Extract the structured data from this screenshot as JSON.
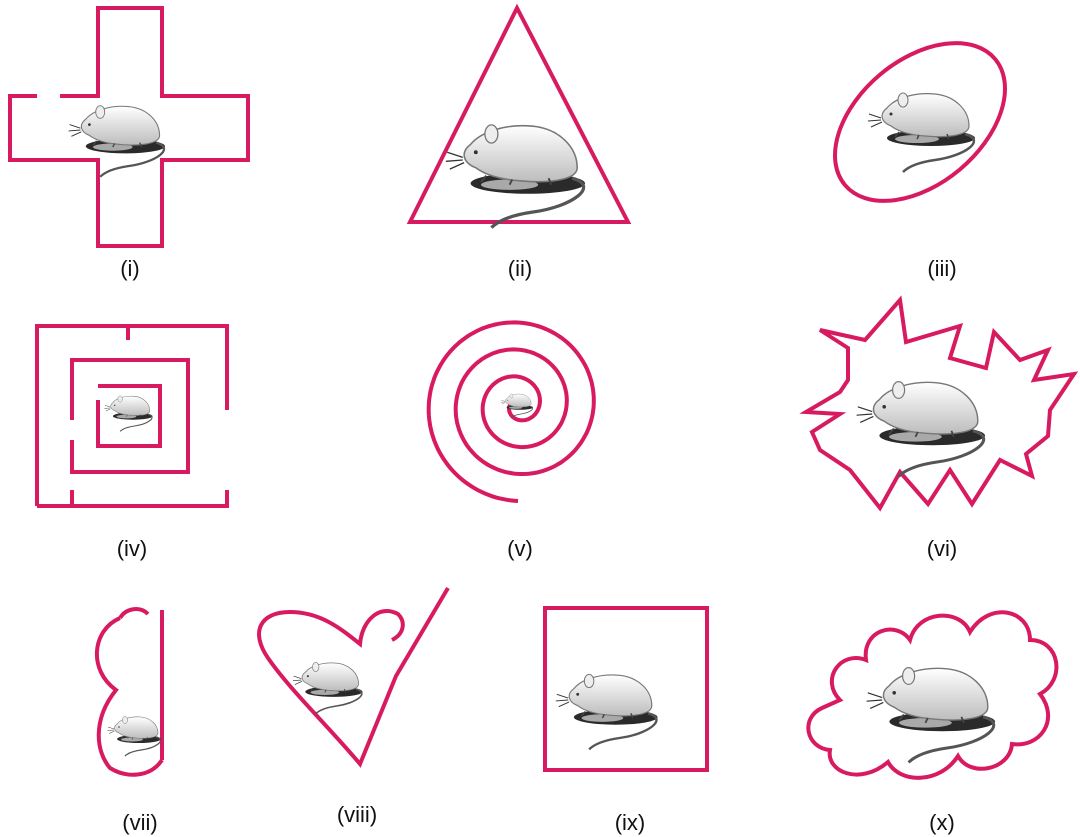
{
  "stroke_color": "#d81b60",
  "panels": [
    {
      "label": "(i)",
      "shape": "cross-with-gap"
    },
    {
      "label": "(ii)",
      "shape": "triangle"
    },
    {
      "label": "(iii)",
      "shape": "ellipse"
    },
    {
      "label": "(iv)",
      "shape": "square-maze"
    },
    {
      "label": "(v)",
      "shape": "spiral"
    },
    {
      "label": "(vi)",
      "shape": "starburst"
    },
    {
      "label": "(vii)",
      "shape": "open-bulb"
    },
    {
      "label": "(viii)",
      "shape": "open-heart"
    },
    {
      "label": "(ix)",
      "shape": "square"
    },
    {
      "label": "(x)",
      "shape": "cloud"
    }
  ]
}
